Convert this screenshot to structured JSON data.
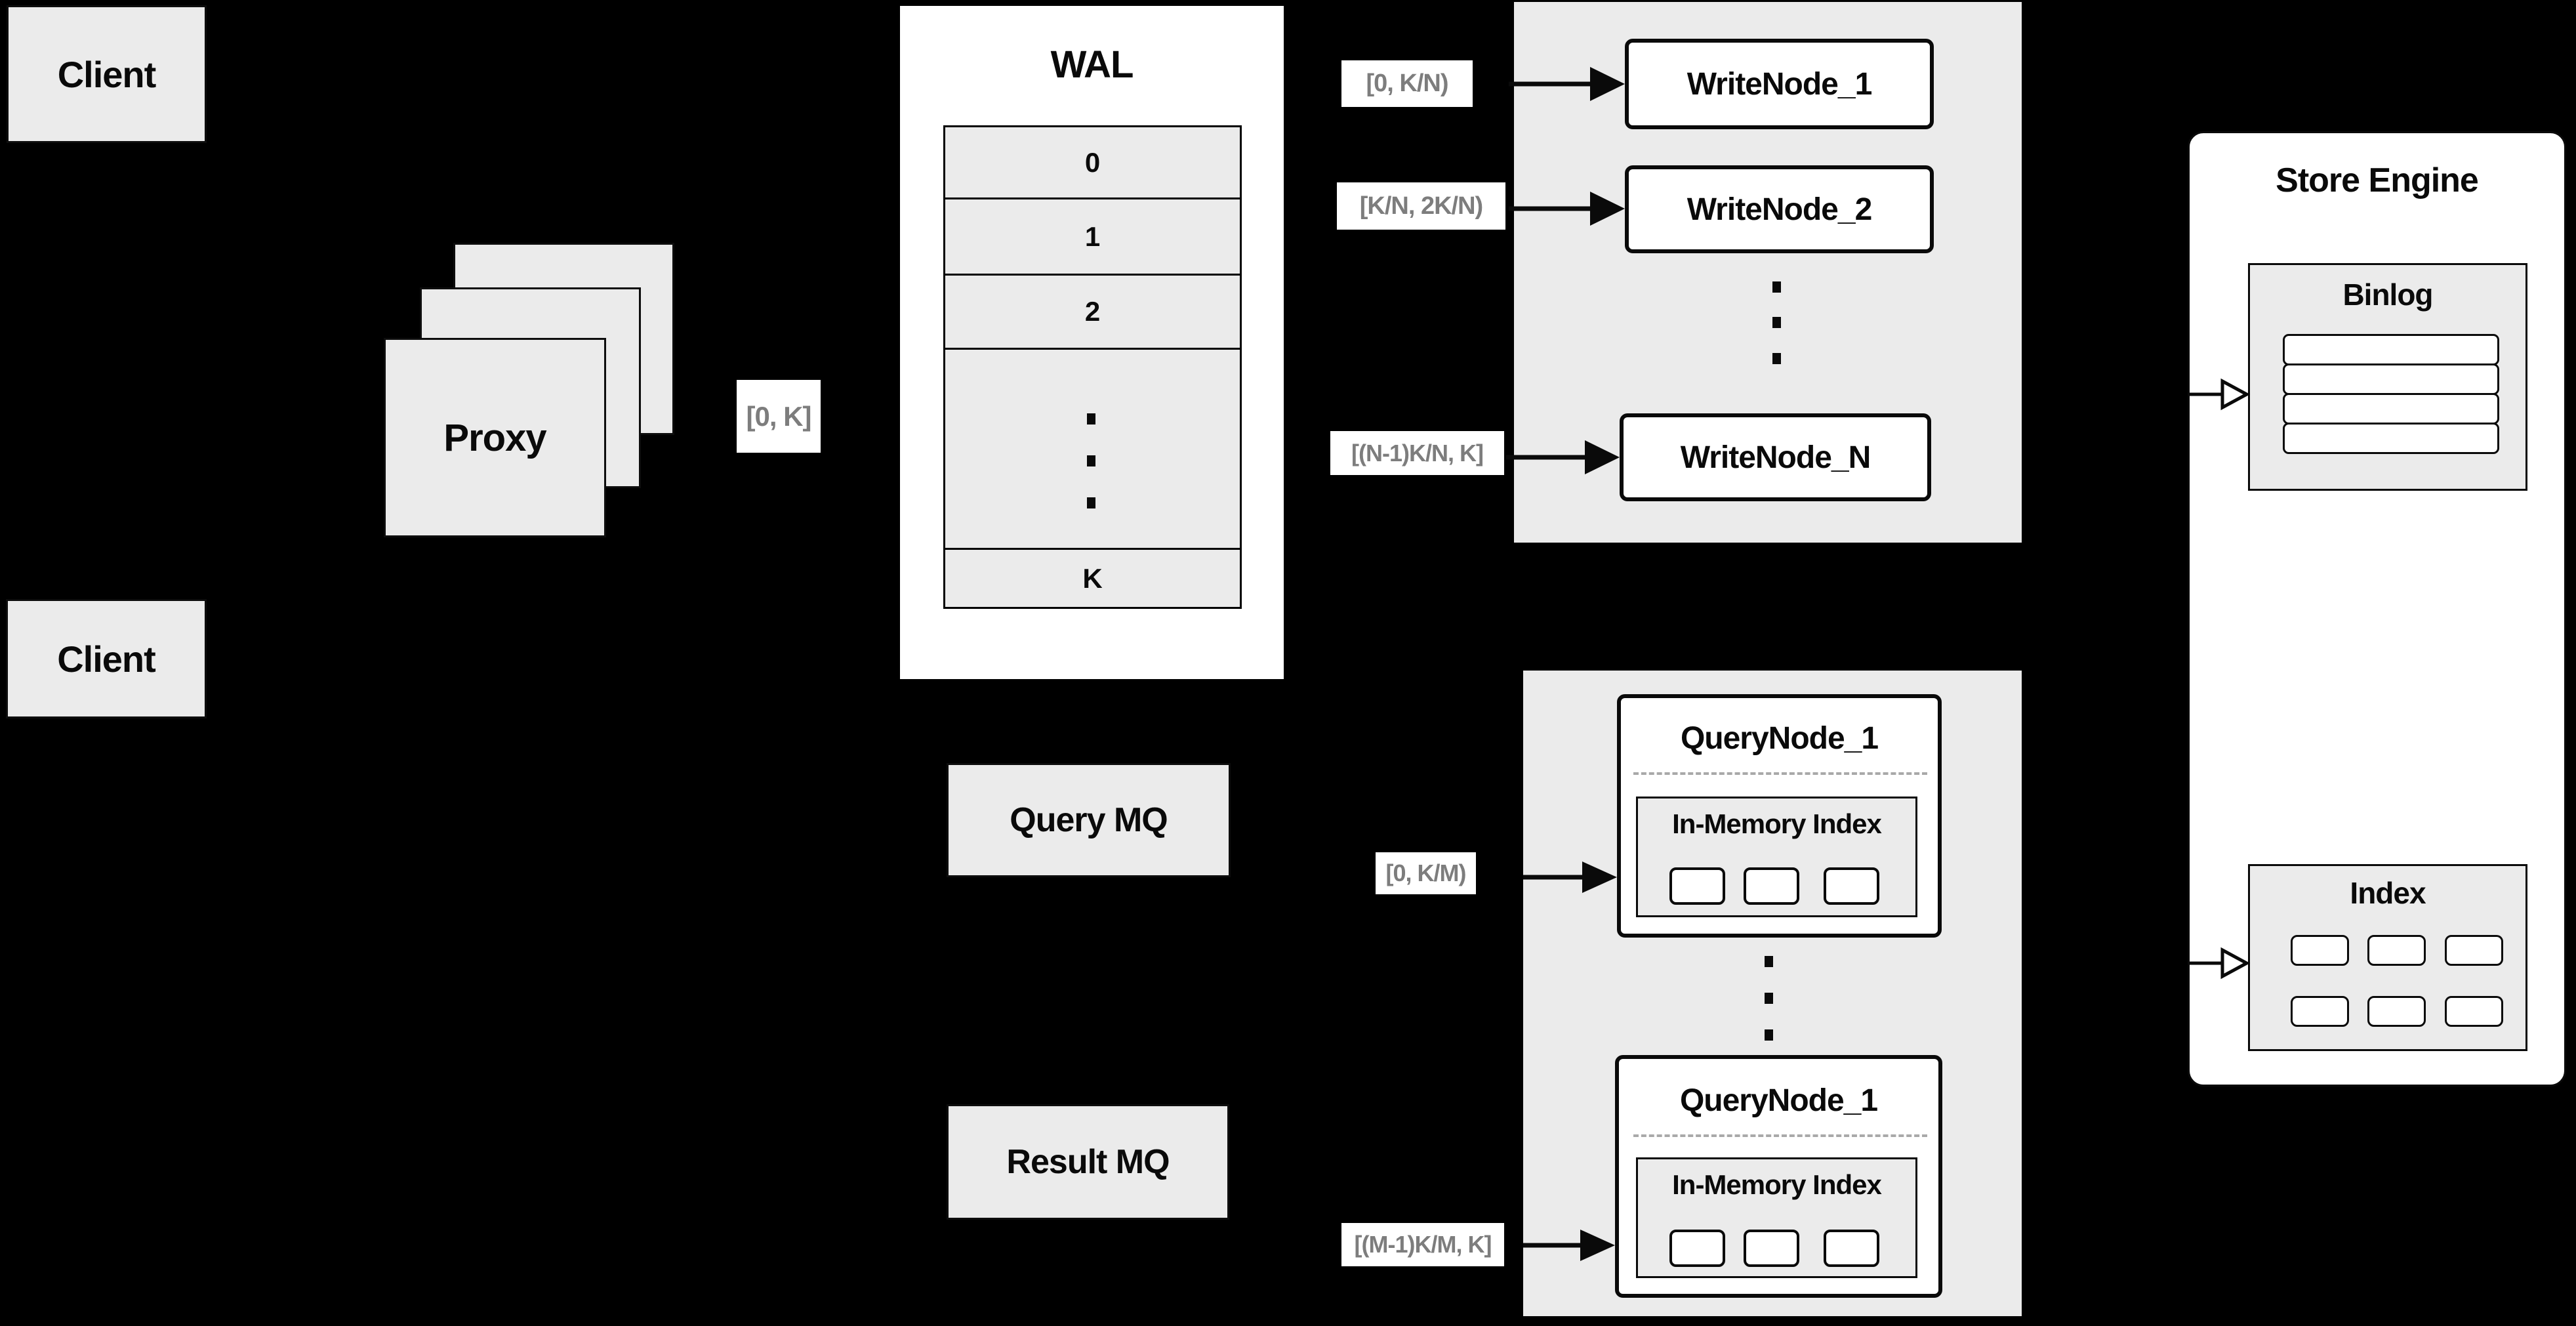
{
  "diagram": {
    "client_top": "Client",
    "client_bottom": "Client",
    "proxy": "Proxy",
    "wal": {
      "title": "WAL",
      "row0": "0",
      "row1": "1",
      "row2": "2",
      "rowK": "K"
    },
    "labels": {
      "proxy_range": "[0, K]",
      "wn1_range": "[0, K/N)",
      "wn2_range": "[K/N, 2K/N)",
      "wnN_range": "[(N-1)K/N, K]",
      "qn1_range": "[0, K/M)",
      "qn2_range": "[(M-1)K/M, K]"
    },
    "write_nodes": {
      "n1": "WriteNode_1",
      "n2": "WriteNode_2",
      "nN": "WriteNode_N"
    },
    "store_engine": {
      "title": "Store Engine",
      "binlog": "Binlog",
      "index": "Index"
    },
    "query_mq": "Query MQ",
    "result_mq": "Result MQ",
    "query_nodes": {
      "qn1": {
        "title": "QueryNode_1",
        "mem": "In-Memory Index"
      },
      "qn2": {
        "title": "QueryNode_1",
        "mem": "In-Memory Index"
      }
    },
    "colors": {
      "background": "#000000",
      "panel_gray": "#ebebeb",
      "box_white": "#ffffff",
      "border_black": "#0a0a0a",
      "label_text_gray": "#7d7d7d"
    }
  }
}
